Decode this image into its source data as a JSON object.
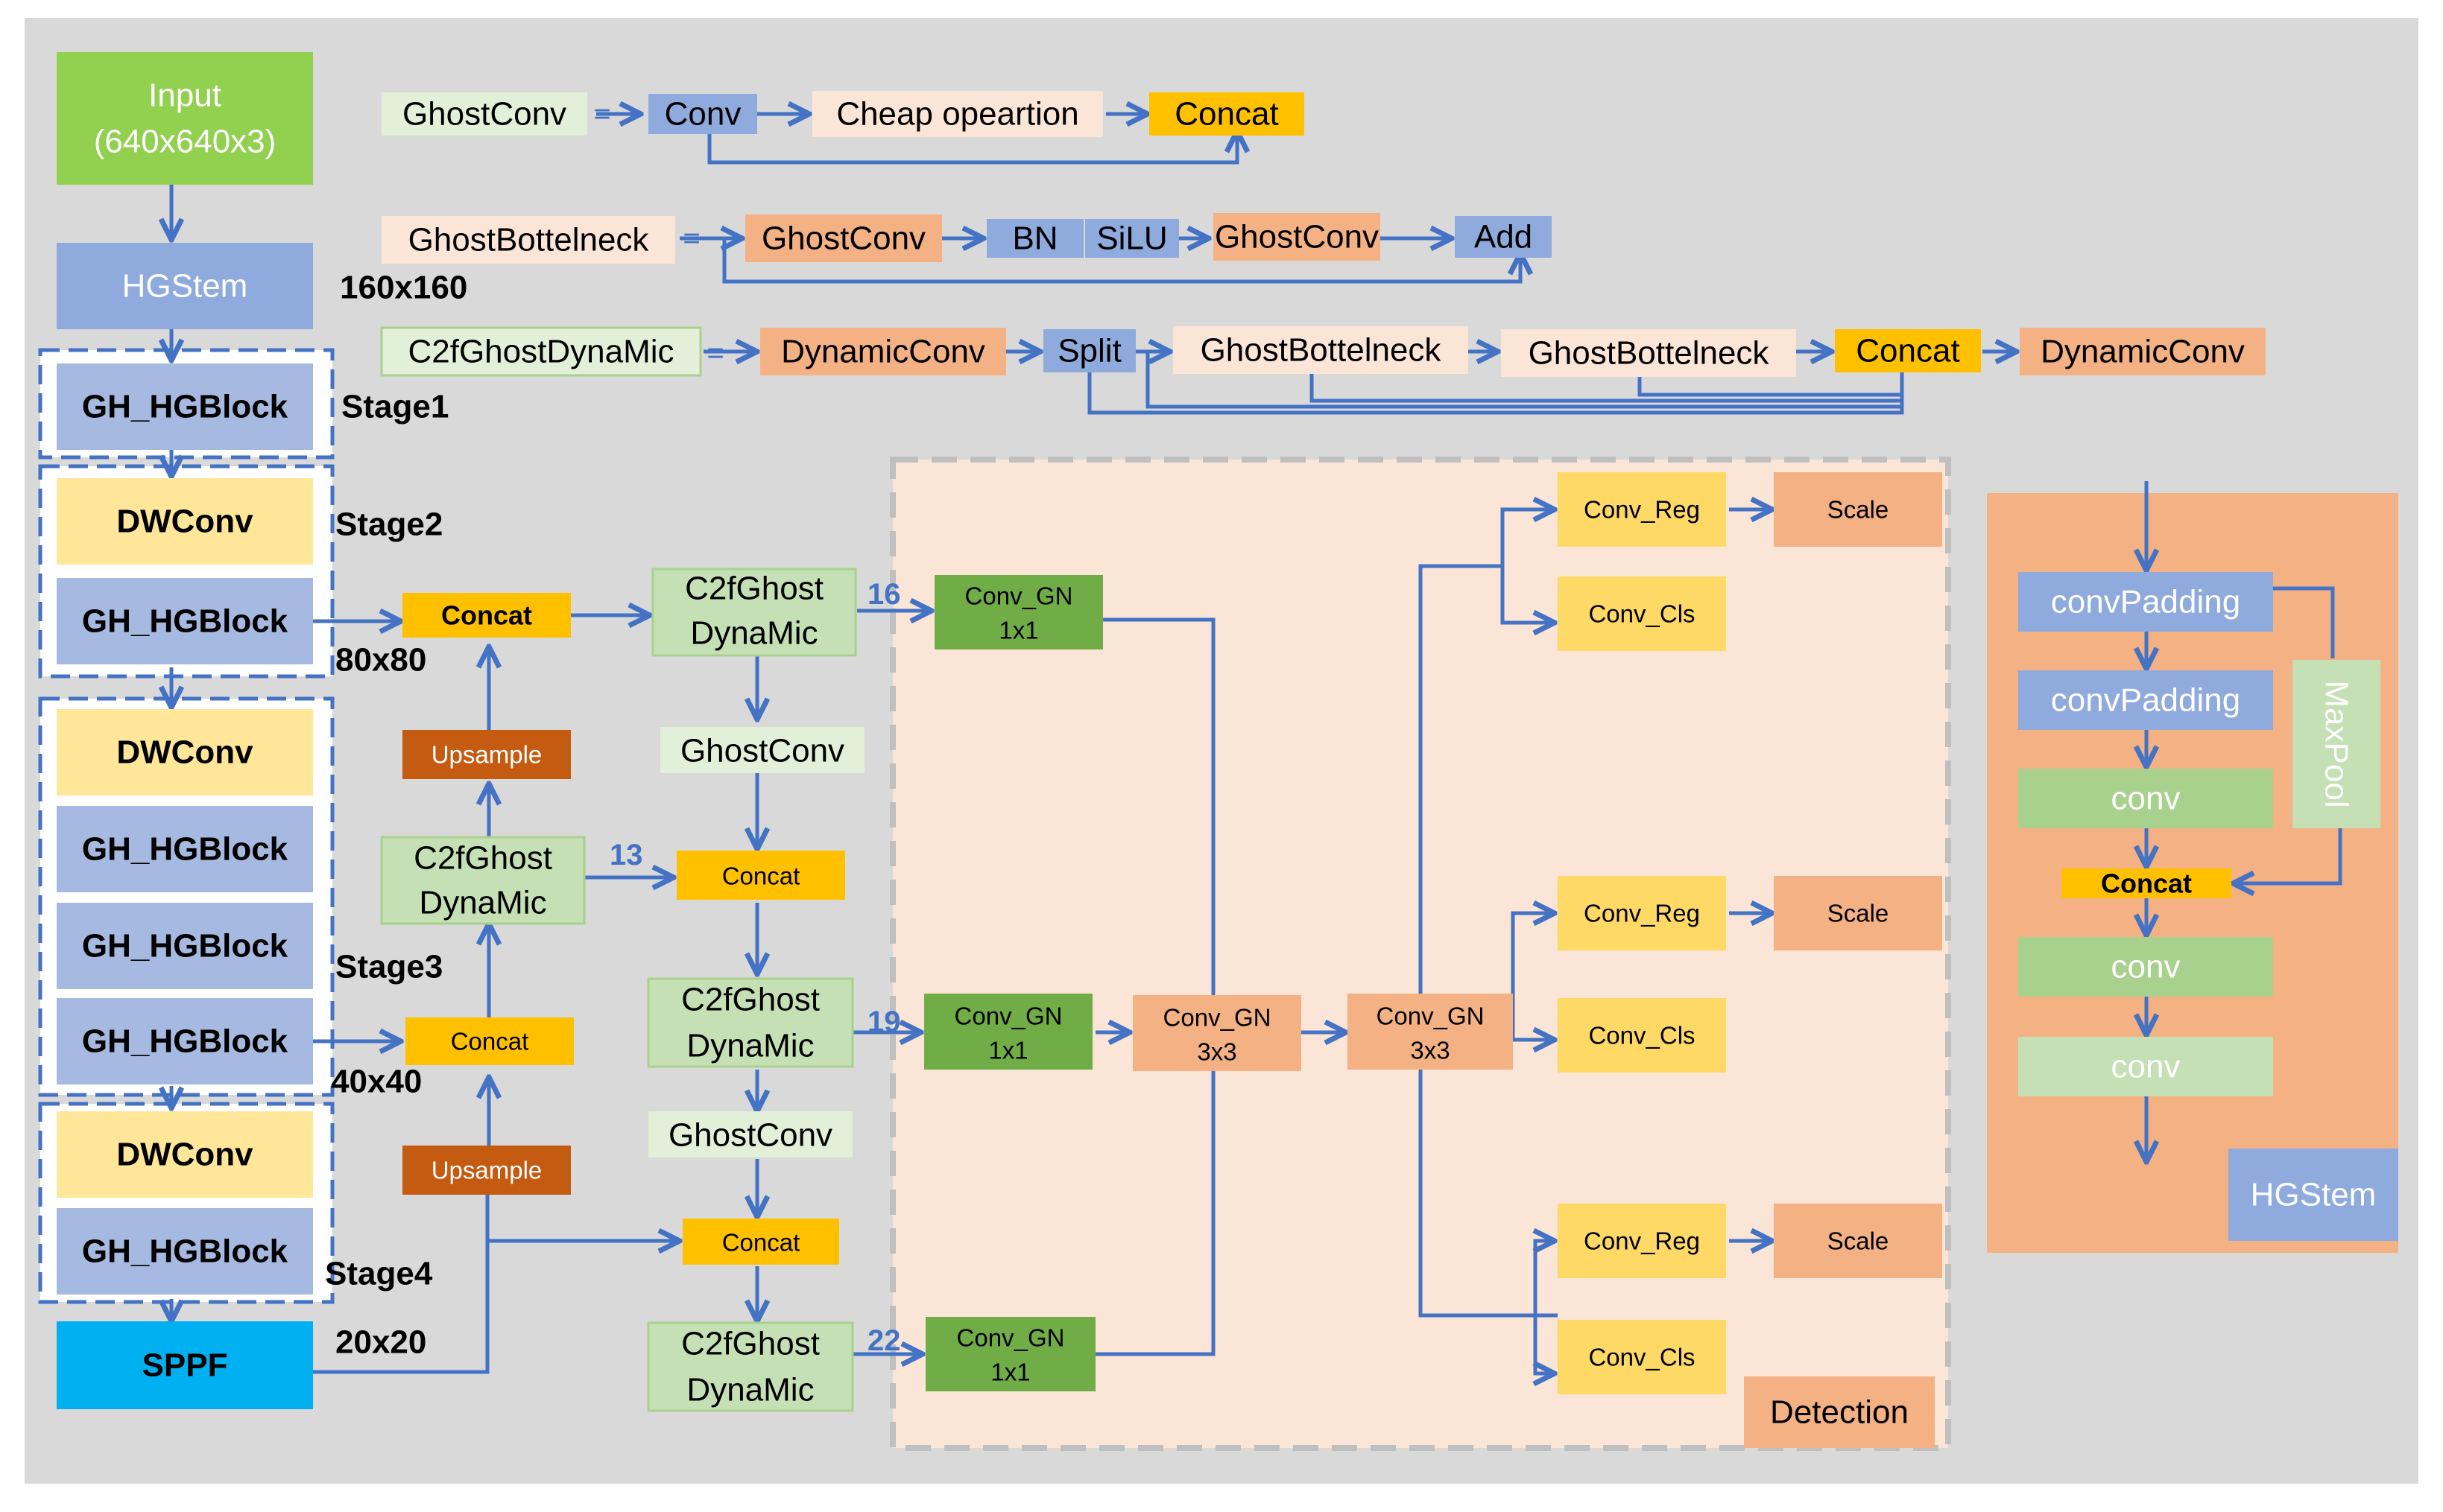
{
  "colors": {
    "background": "#D9D9D9",
    "blue": "#8FAADC",
    "blue_dark": "#4472C4",
    "green_bright": "#92D050",
    "green_light": "#C5E0B4",
    "green_pale": "#E2F0D9",
    "green_mid": "#A9D18E",
    "green_dark": "#70AD47",
    "yellow": "#FFD966",
    "yellow_light": "#FFE699",
    "orange": "#FFC000",
    "peach": "#F4B183",
    "peach_light": "#FBE5D6",
    "brown": "#C55A11",
    "cyan": "#00B0F0",
    "detection_fill": "#FAE5D6",
    "hgstem_panel": "#F4B183"
  },
  "backbone": {
    "input_line1": "Input",
    "input_line2": "(640x640x3)",
    "hgstem": "HGStem",
    "res_160": "160x160",
    "stage1_block": "GH_HGBlock",
    "stage1_label": "Stage1",
    "stage2_dwconv": "DWConv",
    "stage2_block": "GH_HGBlock",
    "stage2_label": "Stage2",
    "res_80": "80x80",
    "stage3_dwconv": "DWConv",
    "stage3_block1": "GH_HGBlock",
    "stage3_block2": "GH_HGBlock",
    "stage3_block3": "GH_HGBlock",
    "stage3_label": "Stage3",
    "res_40": "40x40",
    "stage4_dwconv": "DWConv",
    "stage4_block": "GH_HGBlock",
    "stage4_label": "Stage4",
    "sppf": "SPPF",
    "res_20": "20x20"
  },
  "legend": {
    "ghostconv_name": "GhostConv",
    "ghostconv_eq": "=",
    "ghostconv_conv": "Conv",
    "ghostconv_cheap": "Cheap opeartion",
    "ghostconv_concat": "Concat",
    "bottleneck_name": "GhostBottelneck",
    "bottleneck_eq": "=",
    "bottleneck_ghostconv1": "GhostConv",
    "bottleneck_bn": "BN",
    "bottleneck_silu": "SiLU",
    "bottleneck_ghostconv2": "GhostConv",
    "bottleneck_add": "Add",
    "c2f_name": "C2fGhostDynaMic",
    "c2f_eq": "=",
    "c2f_dynamicconv1": "DynamicConv",
    "c2f_split": "Split",
    "c2f_bottleneck1": "GhostBottelneck",
    "c2f_bottleneck2": "GhostBottelneck",
    "c2f_concat": "Concat",
    "c2f_dynamicconv2": "DynamicConv"
  },
  "neck": {
    "concat_80": "Concat",
    "upsample_1": "Upsample",
    "c2f_13_line1": "C2fGhost",
    "c2f_13_line2": "DynaMic",
    "label_13": "13",
    "concat_40": "Concat",
    "upsample_2": "Upsample",
    "c2f_16_line1": "C2fGhost",
    "c2f_16_line2": "DynaMic",
    "label_16": "16",
    "ghostconv_1": "GhostConv",
    "concat_mid": "Concat",
    "c2f_19_line1": "C2fGhost",
    "c2f_19_line2": "DynaMic",
    "label_19": "19",
    "ghostconv_2": "GhostConv",
    "concat_low": "Concat",
    "c2f_22_line1": "C2fGhost",
    "c2f_22_line2": "DynaMic",
    "label_22": "22"
  },
  "detection": {
    "title": "Detection",
    "conv_gn_16_line1": "Conv_GN",
    "conv_gn_16_line2": "1x1",
    "conv_gn_19_line1": "Conv_GN",
    "conv_gn_19_line2": "1x1",
    "conv_gn_22_line1": "Conv_GN",
    "conv_gn_22_line2": "1x1",
    "conv_gn_shared1_line1": "Conv_GN",
    "conv_gn_shared1_line2": "3x3",
    "conv_gn_shared2_line1": "Conv_GN",
    "conv_gn_shared2_line2": "3x3",
    "conv_reg_1": "Conv_Reg",
    "scale_1": "Scale",
    "conv_cls_1": "Conv_Cls",
    "conv_reg_2": "Conv_Reg",
    "scale_2": "Scale",
    "conv_cls_2": "Conv_Cls",
    "conv_reg_3": "Conv_Reg",
    "scale_3": "Scale",
    "conv_cls_3": "Conv_Cls"
  },
  "hgstem_detail": {
    "title": "HGStem",
    "convpadding_1": "convPadding",
    "convpadding_2": "convPadding",
    "conv_1": "conv",
    "maxpool": "MaxPool",
    "concat": "Concat",
    "conv_2": "conv",
    "conv_3": "conv"
  }
}
